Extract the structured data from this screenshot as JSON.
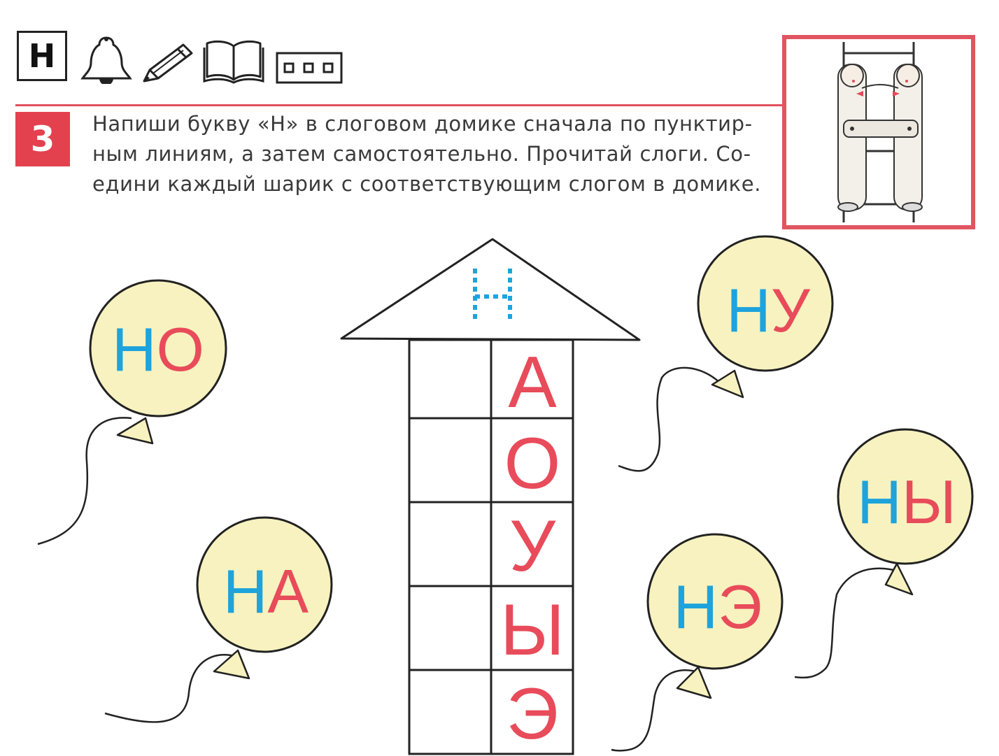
{
  "header": {
    "letter_box": "Н",
    "icons": [
      "bell-icon",
      "pencil-icon",
      "book-icon",
      "three-boxes-icon"
    ]
  },
  "task": {
    "number": "3",
    "instruction_lines": [
      "Напиши букву «Н» в слоговом домике сначала по пунктир-",
      "ным линиям, а затем самостоятельно. Прочитай слоги. Со-",
      "едини каждый шарик с соответствующим слогом в домике."
    ]
  },
  "house": {
    "roof_letter": "Н",
    "rows": [
      "А",
      "О",
      "У",
      "Ы",
      "Э"
    ]
  },
  "balloons": [
    {
      "consonant": "Н",
      "vowel": "О"
    },
    {
      "consonant": "Н",
      "vowel": "А"
    },
    {
      "consonant": "Н",
      "vowel": "У"
    },
    {
      "consonant": "Н",
      "vowel": "Ы"
    },
    {
      "consonant": "Н",
      "vowel": "Э"
    }
  ],
  "colors": {
    "accent_red": "#e3414e",
    "vowel_red": "#e84b5a",
    "consonant_blue": "#1ea3dc",
    "balloon_fill": "#f7f2bf"
  }
}
